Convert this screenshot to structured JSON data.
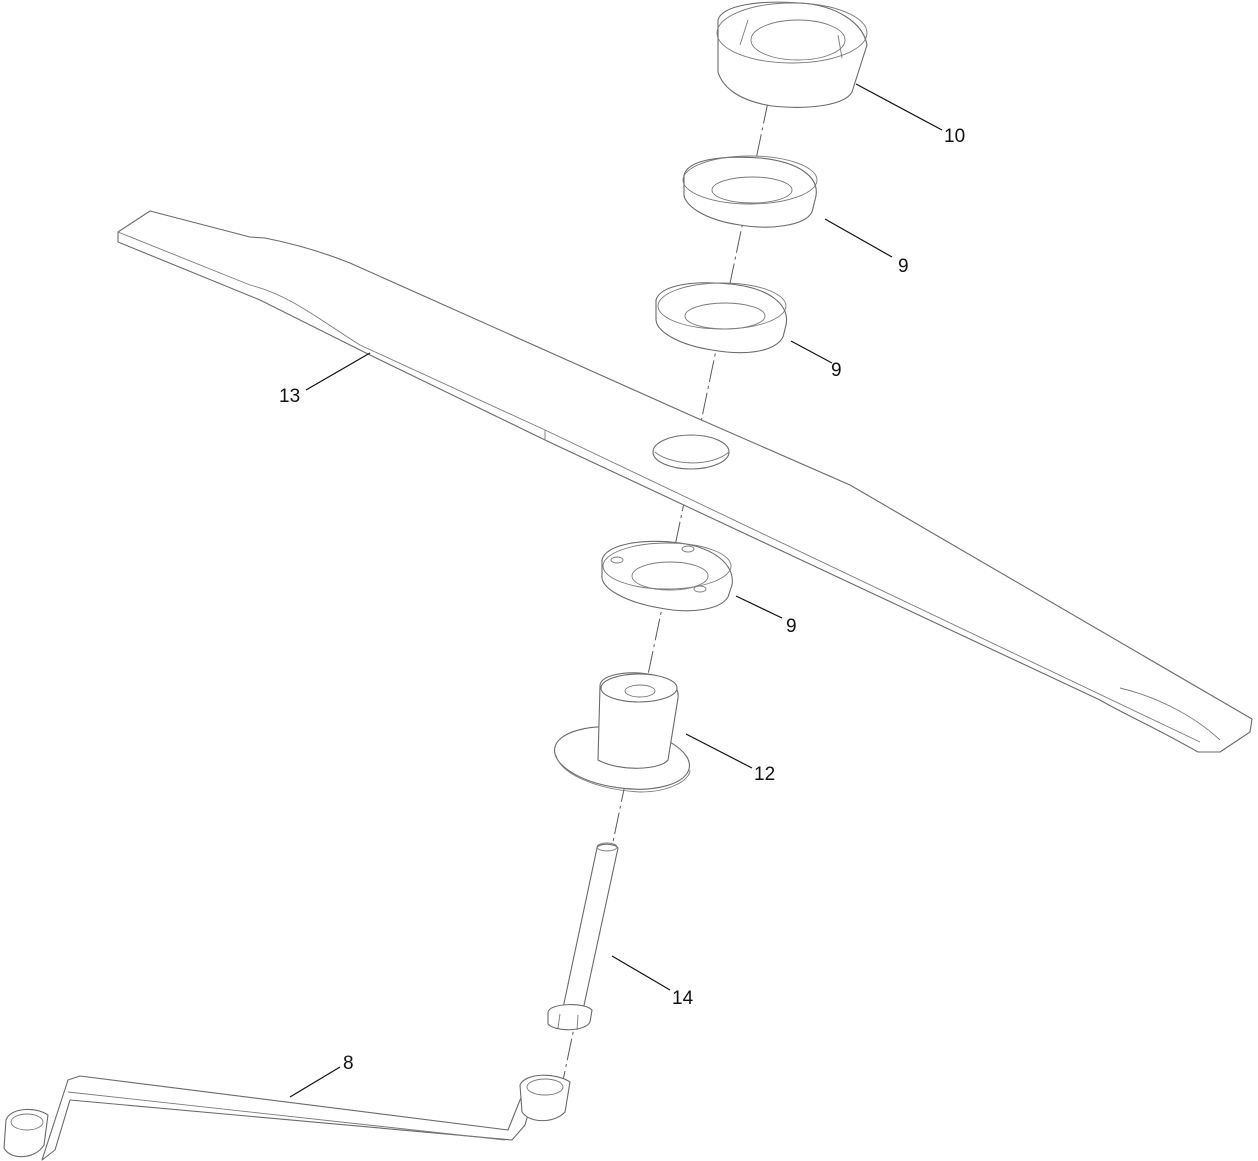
{
  "diagram": {
    "type": "exploded parts view",
    "callouts": [
      {
        "id": "c10",
        "label": "10",
        "part": "cup spacer (top)"
      },
      {
        "id": "c9a",
        "label": "9",
        "part": "washer"
      },
      {
        "id": "c9b",
        "label": "9",
        "part": "washer"
      },
      {
        "id": "c13",
        "label": "13",
        "part": "mower blade"
      },
      {
        "id": "c9c",
        "label": "9",
        "part": "washer with holes"
      },
      {
        "id": "c12",
        "label": "12",
        "part": "flanged bushing"
      },
      {
        "id": "c14",
        "label": "14",
        "part": "bolt"
      },
      {
        "id": "c8",
        "label": "8",
        "part": "offset box wrench"
      }
    ]
  },
  "colors": {
    "background": "#ffffff",
    "line": "#6a6a6a",
    "text": "#111111"
  }
}
